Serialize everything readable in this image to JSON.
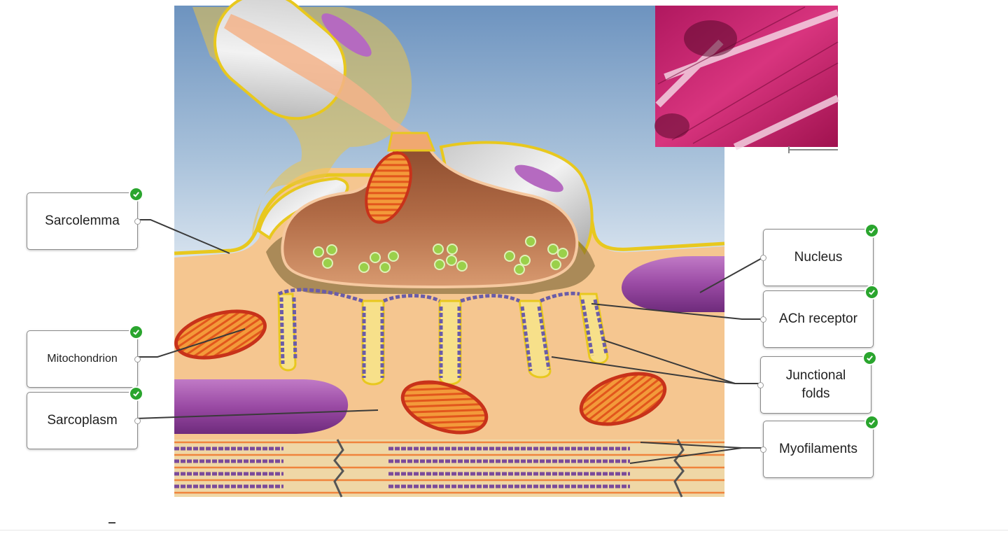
{
  "labels": {
    "sarcolemma": "Sarcolemma",
    "mitochondrion": "Mitochondrion",
    "sarcoplasm": "Sarcoplasm",
    "nucleus": "Nucleus",
    "ach_receptor": "ACh receptor",
    "junctional_folds": "Junctional\nfolds",
    "myofilaments": "Myofilaments"
  },
  "answer_status": "correct",
  "icons": [
    "check-icon",
    "anchor-dot-icon"
  ],
  "colors": {
    "check": "#2aa52e",
    "sarcoplasm": "#f5c690",
    "membrane": "#e8c81e",
    "mitochondrion": "#d9401a",
    "nucleus": "#a04aa8",
    "axon_terminal": "#b86d42",
    "vesicles": "#9ad04a",
    "receptors": "#6a5ca8",
    "histology": "#c01a6a"
  }
}
